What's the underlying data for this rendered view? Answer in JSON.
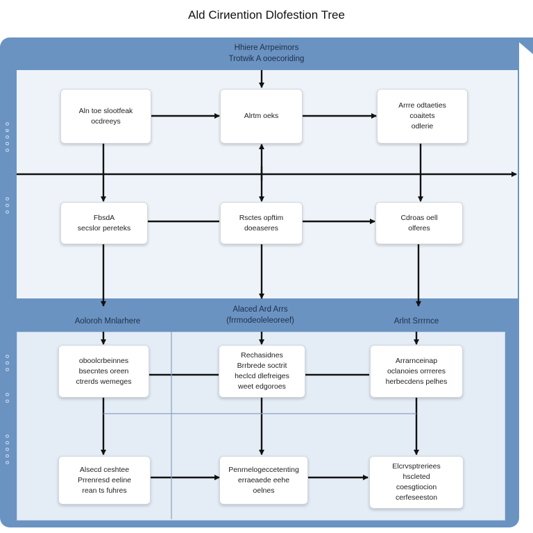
{
  "title": "Ald Cirиention Dlofestion Tree",
  "top_header": {
    "line1": "Hhiere Arrpeimors",
    "line2": "Trotwik A ooecoriding"
  },
  "side_labels_top": [
    "o o o e o",
    "o o o"
  ],
  "side_labels_bottom": [
    "o o o",
    "o o",
    "o o o o o"
  ],
  "top_nodes": {
    "r1c1": "Aln toe slootfeak\nocdreeys",
    "r1c2": "Alrtm oeks",
    "r1c3": "Arrre odtaeties\ncoaitets\nodlerie",
    "r2c1": "FbsdA\nsecslor pereteks",
    "r2c2": "Rsctes opftim\ndoeaseres",
    "r2c3": "Cdroas oell\nolferes"
  },
  "mid_header": {
    "line1": "Alaced Ard Arrs",
    "line2": "(frrmodeoleleoreef)"
  },
  "column_headers": [
    "Aoloroh Mnlarhere",
    "Arlnt Srrrnce"
  ],
  "bottom_nodes": {
    "r1c1": "oboolcrbeinnes\nbsecntes oreen\nctrerds wemeges",
    "r1c2": "Rechasidnes\nBrrbrede soctrit\nheclcd dlefreiges\nweet edgoroes",
    "r1c3": "Arrarnceinap\noclanoies orrreres\nherbecdens pelhes",
    "r2c1": "Alsecd ceshtee\nPrrenresd eeline\nrean ts fuhres",
    "r2c2": "Penrnelogeccetenting\nerraeaede eehe\noelnes",
    "r2c3": "Elcrvsptreriees\nhscleted\ncoesgtiocion\ncerfeseeston"
  },
  "colors": {
    "band": "#6a93c2",
    "panel": "#eef3f9",
    "arrow": "#111111"
  }
}
